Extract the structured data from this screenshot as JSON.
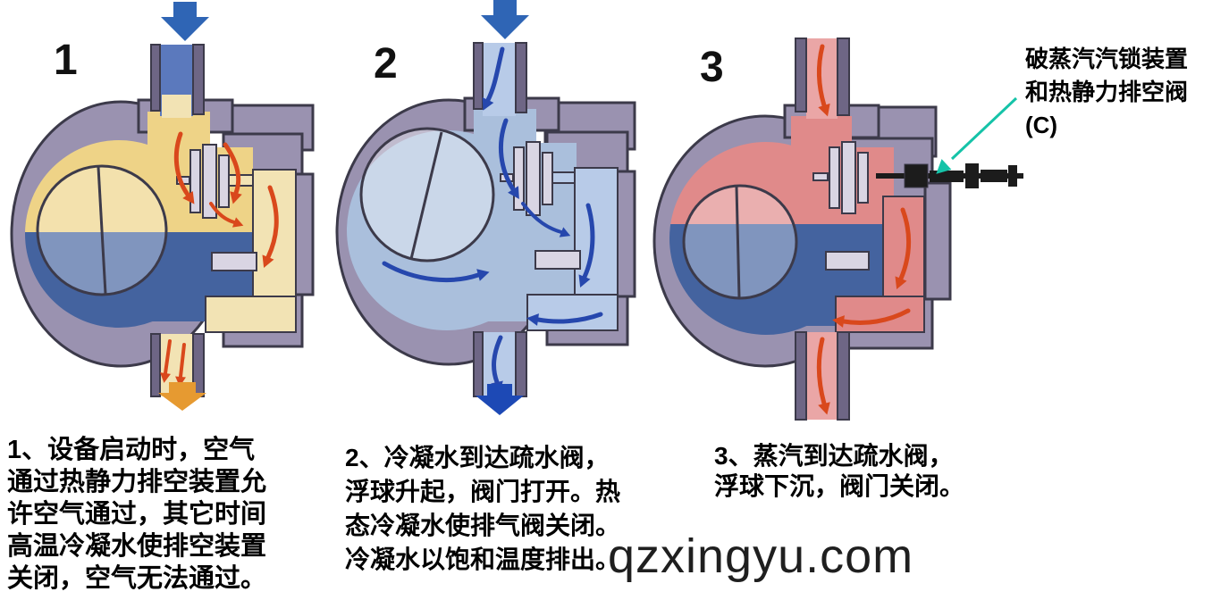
{
  "colors": {
    "body_metal": "#9a92b0",
    "wall_dark": "#6e6685",
    "outline_dark": "#3c3a4a",
    "air_yellow": "#eed387",
    "pale_yellow": "#f2e3b4",
    "water_dark_blue": "#44639f",
    "water_mid_blue": "#5b79bd",
    "water_light_blue": "#aabfdc",
    "pipe_light_blue": "#b8cbe8",
    "steam_red": "#e08a8a",
    "steam_red_light": "#eaa6a6",
    "inlet_arrow_blue": "#2f65b5",
    "outlet_arrow_blue": "#1d49b5",
    "flow_red": "#d9481c",
    "flow_blue": "#2647ad",
    "outlet_orange": "#e69a31",
    "valve_light": "#d9d5e3",
    "metal_black": "#1c1c1c",
    "annotation_teal": "#15c3a8",
    "text_black": "#000000",
    "watermark_gray": "#1f1f1f"
  },
  "stages": [
    {
      "number": "1",
      "state": "start-up-air-venting",
      "caption_lines": [
        "1、设备启动时，空气",
        "通过热静力排空装置允",
        "许空气通过，其它时间",
        "高温冷凝水使排空装置",
        "关闭，空气无法通过。"
      ]
    },
    {
      "number": "2",
      "state": "condensate-discharging",
      "caption_lines": [
        "2、冷凝水到达疏水阀，",
        "浮球升起，阀门打开。热",
        "态冷凝水使排气阀关闭。",
        "冷凝水以饱和温度排出。"
      ]
    },
    {
      "number": "3",
      "state": "steam-valve-closed",
      "caption_lines": [
        "3、蒸汽到达疏水阀，",
        "浮球下沉，阀门关闭。"
      ]
    }
  ],
  "annotation": {
    "lines": [
      "破蒸汽汽锁装置",
      "和热静力排空阀",
      "(C)"
    ]
  },
  "watermark": "qzxingyu.com"
}
